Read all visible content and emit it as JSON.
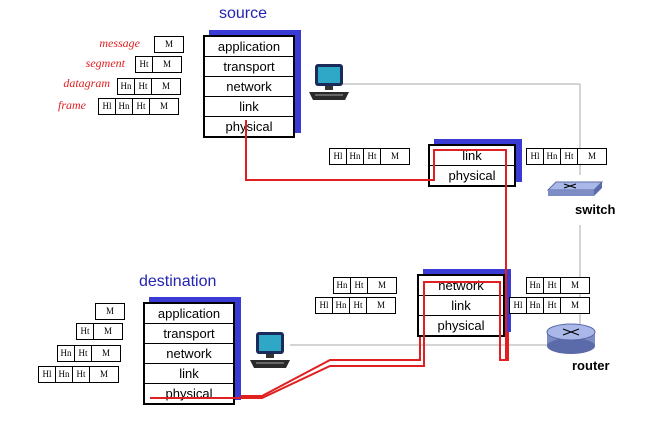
{
  "source": {
    "title": "source",
    "layers": [
      "application",
      "transport",
      "network",
      "link",
      "physical"
    ],
    "labels": [
      "message",
      "segment",
      "datagram",
      "frame"
    ],
    "packets": [
      [
        "M"
      ],
      [
        "Ht",
        "M"
      ],
      [
        "Hn",
        "Ht",
        "M"
      ],
      [
        "Hl",
        "Hn",
        "Ht",
        "M"
      ]
    ]
  },
  "switch": {
    "label": "switch",
    "layers": [
      "link",
      "physical"
    ],
    "packet_in": [
      "Hl",
      "Hn",
      "Ht",
      "M"
    ],
    "packet_out": [
      "Hl",
      "Hn",
      "Ht",
      "M"
    ]
  },
  "router": {
    "label": "router",
    "layers": [
      "network",
      "link",
      "physical"
    ],
    "packets_in": [
      [
        "Hn",
        "Ht",
        "M"
      ],
      [
        "Hl",
        "Hn",
        "Ht",
        "M"
      ]
    ],
    "packets_out": [
      [
        "Hn",
        "Ht",
        "M"
      ],
      [
        "Hl",
        "Hn",
        "Ht",
        "M"
      ]
    ]
  },
  "destination": {
    "title": "destination",
    "layers": [
      "application",
      "transport",
      "network",
      "link",
      "physical"
    ],
    "packets": [
      [
        "M"
      ],
      [
        "Ht",
        "M"
      ],
      [
        "Hn",
        "Ht",
        "M"
      ],
      [
        "Hl",
        "Hn",
        "Ht",
        "M"
      ]
    ]
  },
  "colors": {
    "path": "#e02020",
    "title": "#2323b4",
    "shadow": "#3a3ad4",
    "link": "#a0a0a0"
  }
}
